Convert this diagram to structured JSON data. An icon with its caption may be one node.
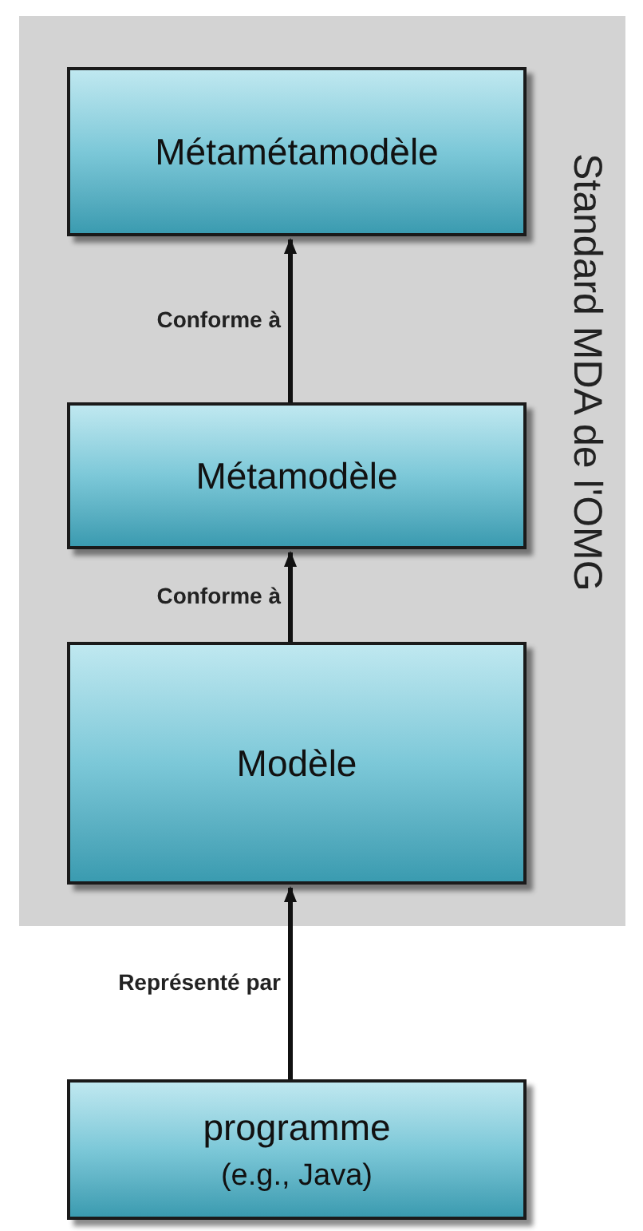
{
  "diagram": {
    "nodes": [
      {
        "text": [
          "Standard MDA de l'OMG"
        ]
      },
      {
        "text": [
          "Métamétamodèle"
        ],
        "in": 0
      },
      {
        "text": [
          "Métamodèle"
        ],
        "in": 0
      },
      {
        "text": [
          "Modèle"
        ],
        "in": 0
      },
      {
        "text": [
          "programme",
          "(e.g., Java)"
        ]
      }
    ],
    "edges": [
      {
        "from": 3,
        "to": 2,
        "arrow": "to",
        "label": "Conforme à"
      },
      {
        "from": 2,
        "to": 1,
        "arrow": "to",
        "label": "Conforme à"
      },
      {
        "from": 4,
        "to": 3,
        "arrow": "to",
        "label": "Représenté par"
      }
    ]
  }
}
